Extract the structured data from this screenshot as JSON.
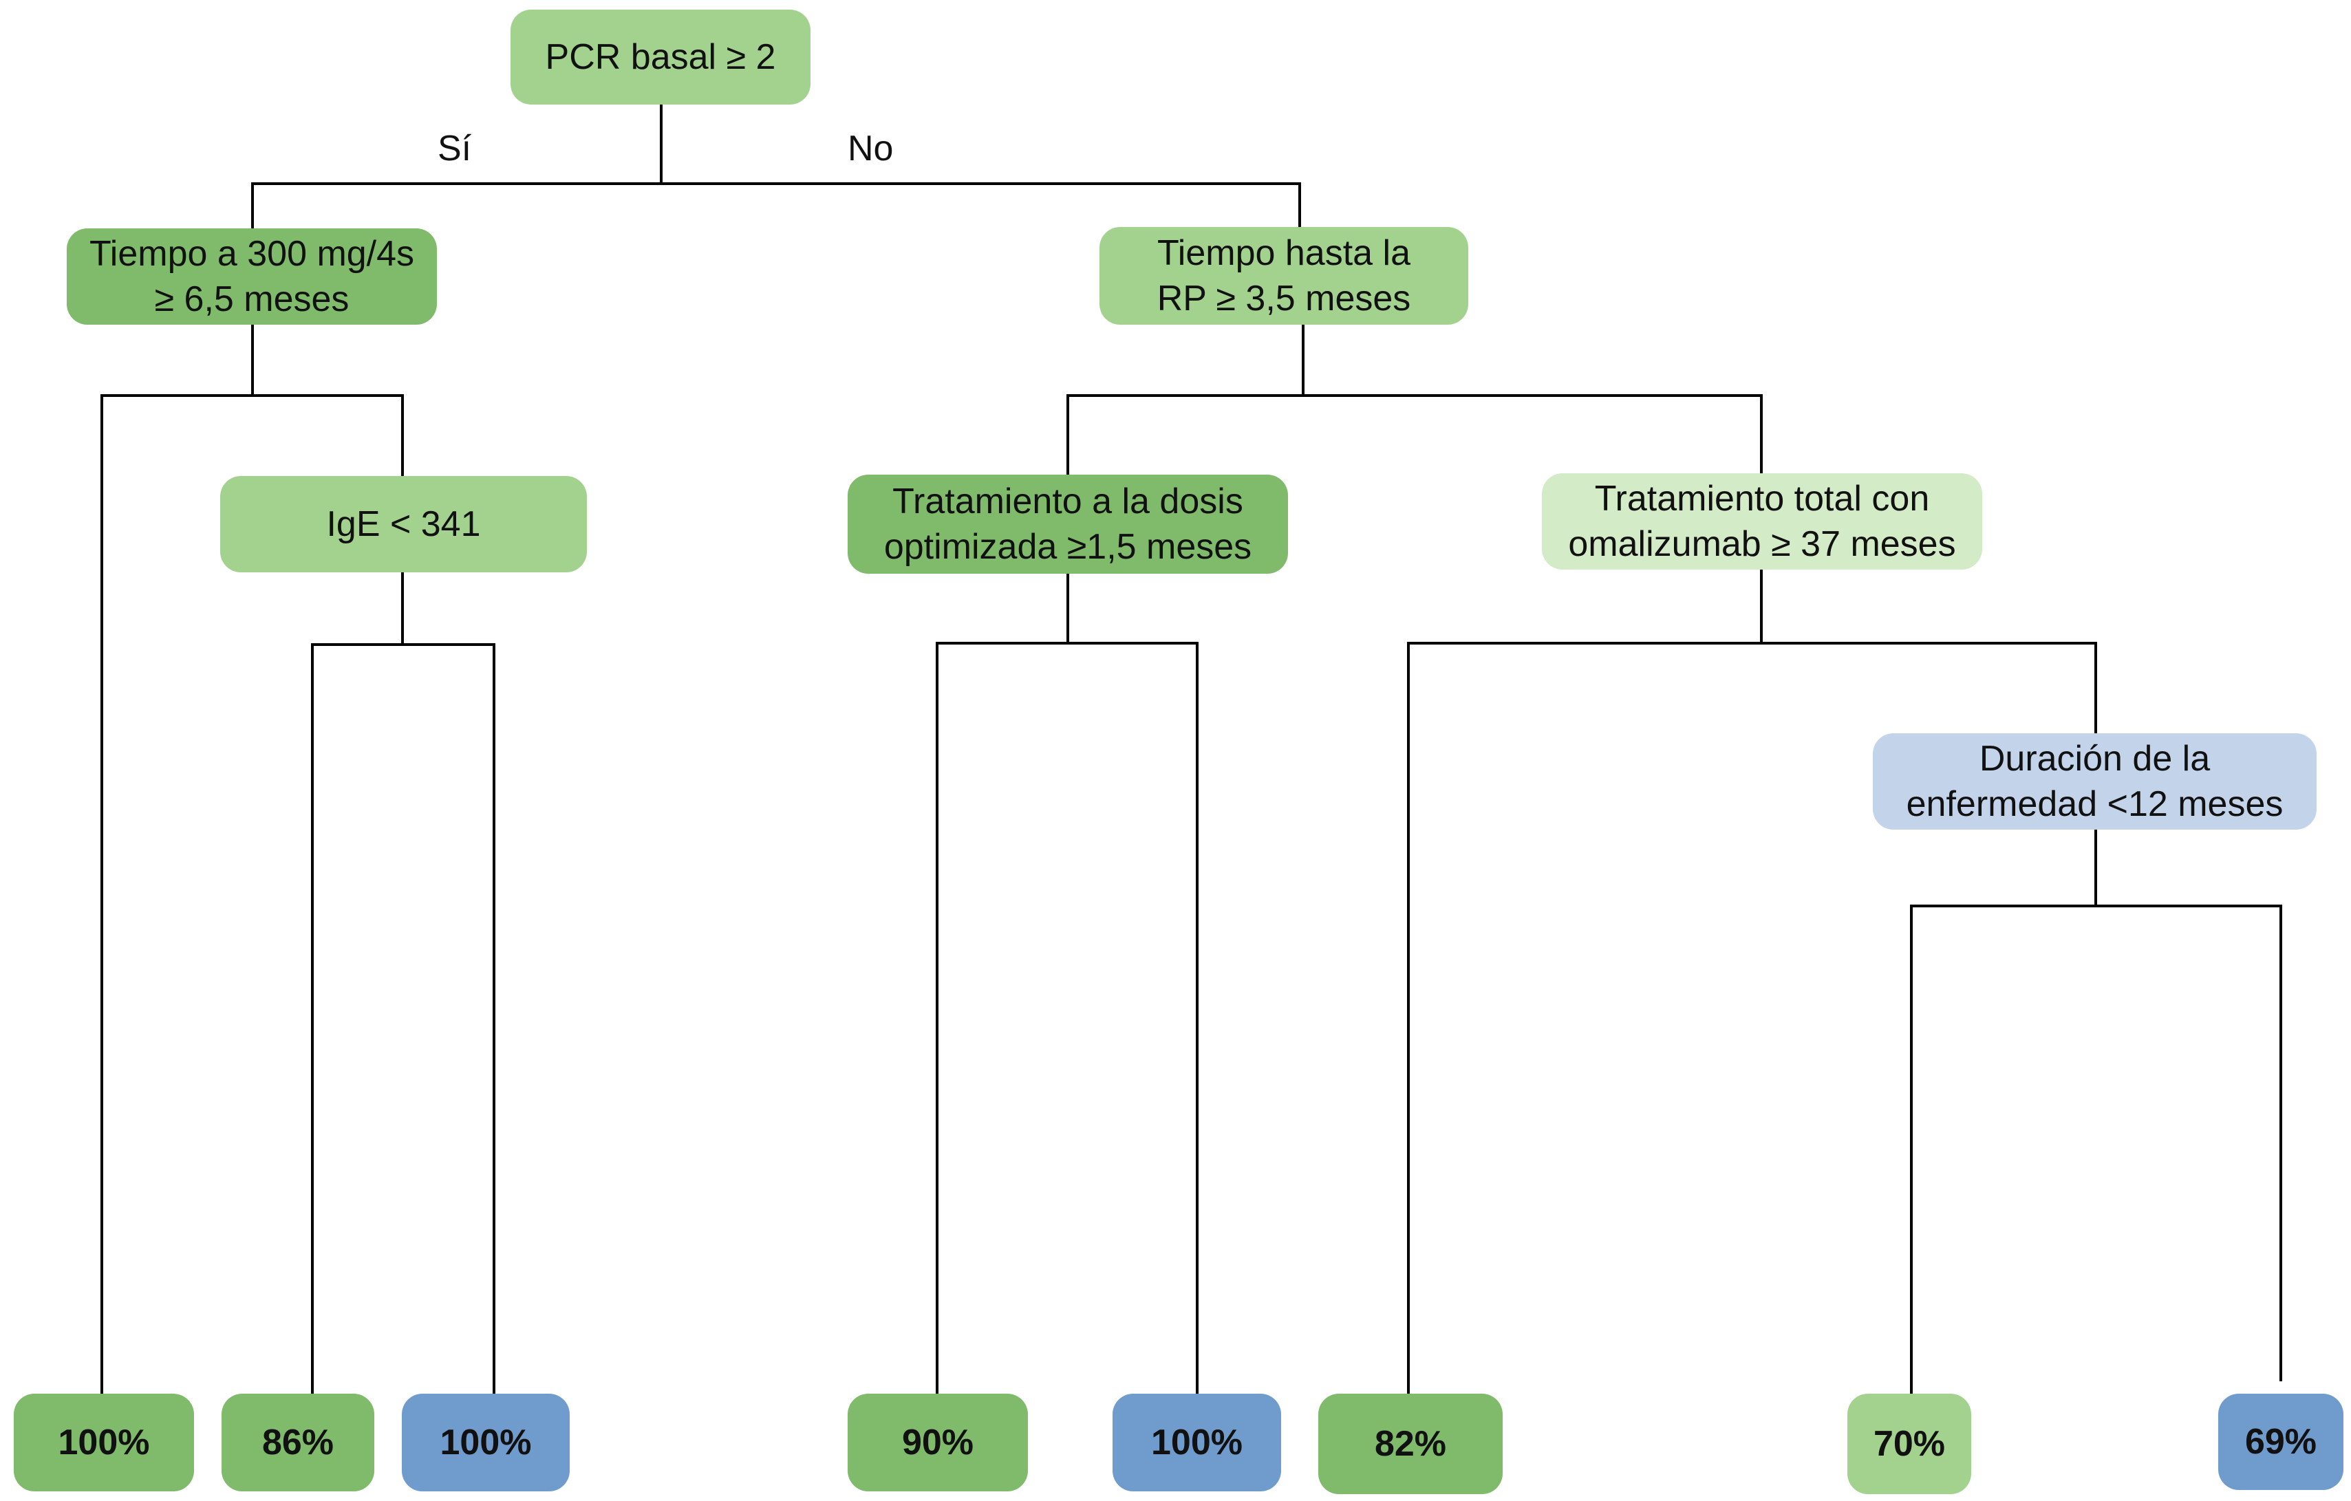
{
  "root": {
    "lines": [
      "PCR basal ≥ 2"
    ]
  },
  "branch_labels": {
    "yes": "Sí",
    "no": "No"
  },
  "nodes": {
    "tiempo300": {
      "lines": [
        "Tiempo a 300 mg/4s",
        "≥ 6,5 meses"
      ]
    },
    "tiempoRP": {
      "lines": [
        "Tiempo hasta la",
        "RP ≥ 3,5 meses"
      ]
    },
    "ige": {
      "lines": [
        "IgE < 341"
      ]
    },
    "dosis": {
      "lines": [
        "Tratamiento a la dosis",
        "optimizada ≥1,5 meses"
      ]
    },
    "total": {
      "lines": [
        "Tratamiento total con",
        "omalizumab ≥ 37 meses"
      ]
    },
    "duracion": {
      "lines": [
        "Duración de la",
        "enfermedad <12 meses"
      ]
    }
  },
  "leaves": [
    {
      "value": "100%"
    },
    {
      "value": "86%"
    },
    {
      "value": "100%"
    },
    {
      "value": "90%"
    },
    {
      "value": "100%"
    },
    {
      "value": "82%"
    },
    {
      "value": "70%"
    },
    {
      "value": "69%"
    }
  ],
  "colors": {
    "node_light_green": "#a3d18e",
    "node_mid_green": "#7fbb6b",
    "node_pale_green": "#d3ebc6",
    "node_light_blue": "#c2d3ea",
    "leaf_blue": "#6f9ccd",
    "connector": "#000000"
  }
}
